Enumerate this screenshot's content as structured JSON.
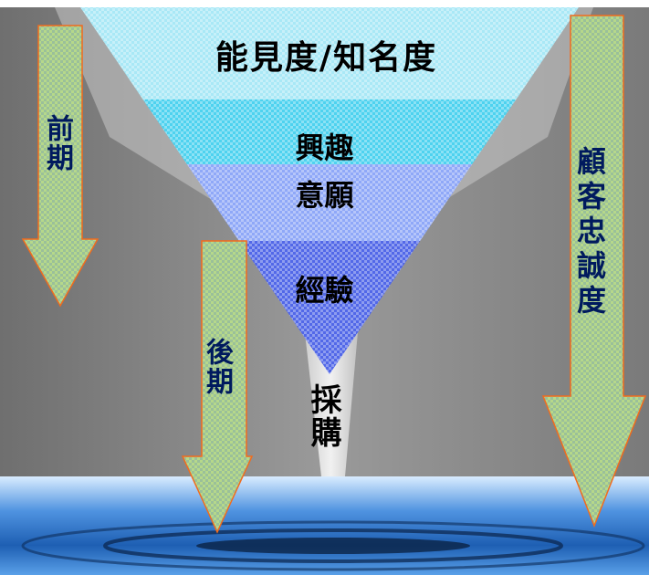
{
  "funnel": {
    "stages": [
      {
        "label": "能見度/知名度",
        "color": "#a9e8f6"
      },
      {
        "label": "興趣",
        "color": "#4ed2ef"
      },
      {
        "label": "意願",
        "color": "#8fa8f8"
      },
      {
        "label": "經驗",
        "color": "#5268e8"
      },
      {
        "label": "採購",
        "color": "#6d86f2"
      }
    ]
  },
  "arrows": [
    {
      "label": "前期"
    },
    {
      "label": "後期"
    },
    {
      "label": "顧客忠誠度"
    }
  ],
  "colors": {
    "arrow_fill": "#b6d88a",
    "arrow_stroke": "#f26b1d",
    "background": "#8a8a8a",
    "water": "#2c6fc0"
  }
}
